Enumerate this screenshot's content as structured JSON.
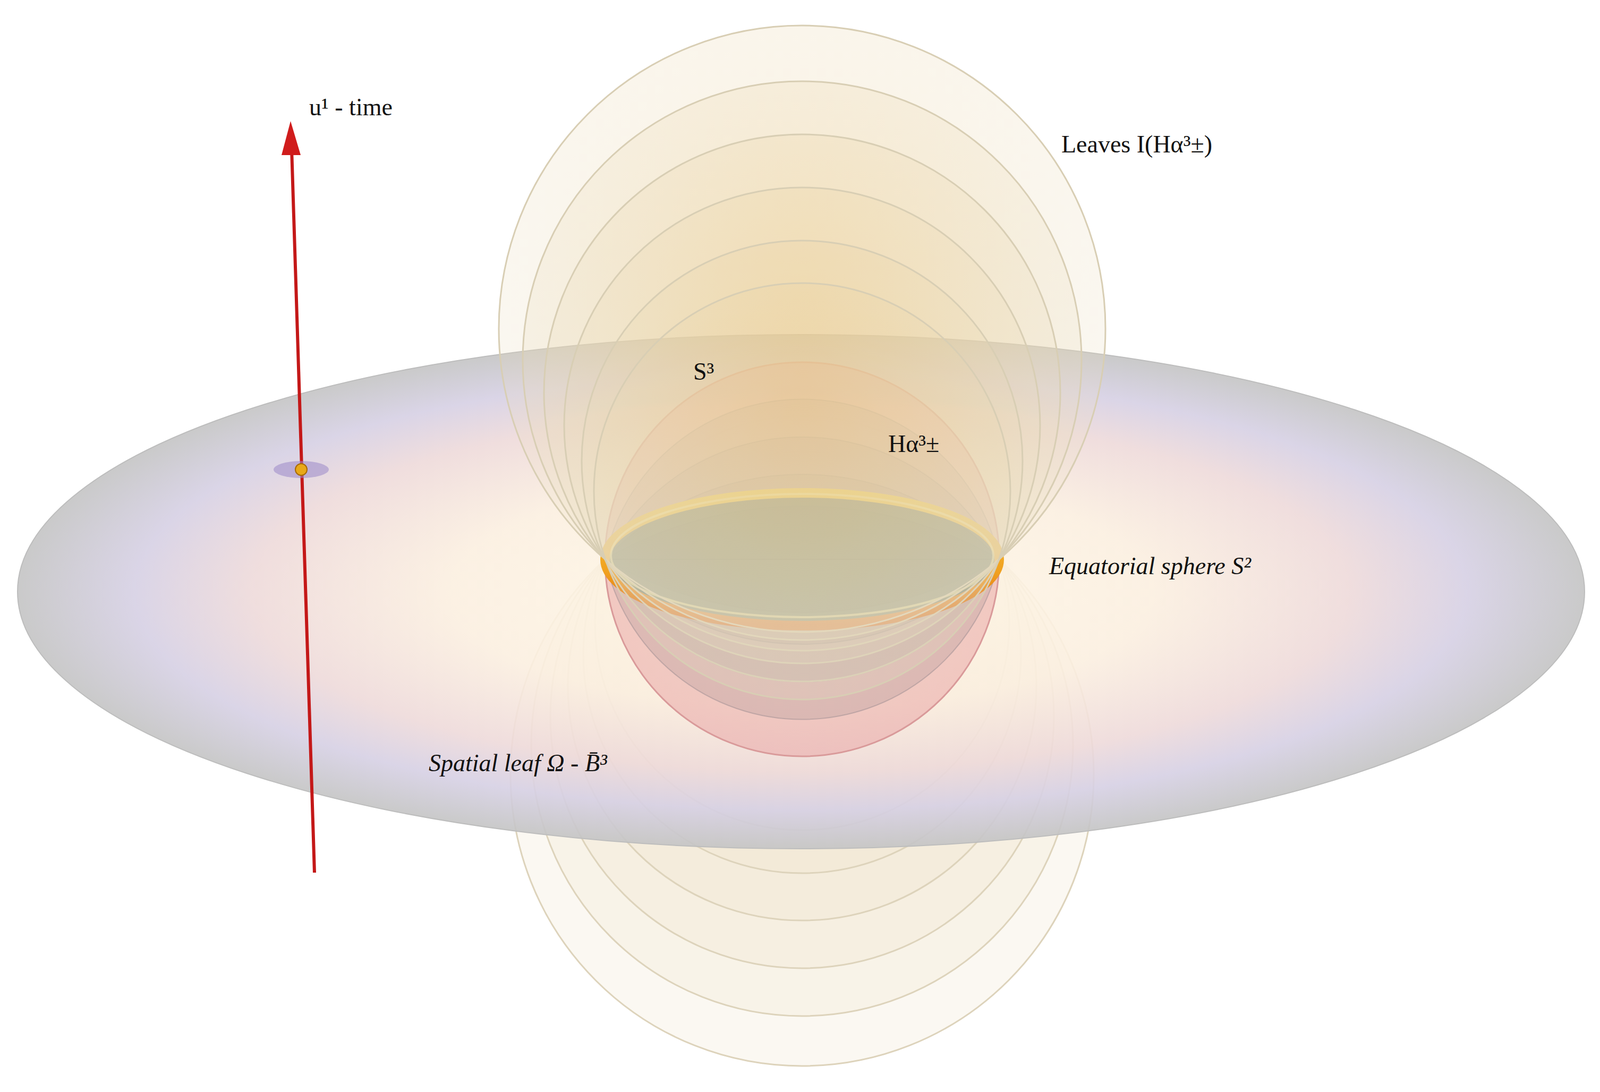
{
  "diagram": {
    "labels": [
      "u¹ - time",
      "Leaves I(Hα³±)",
      "S³",
      "Hα³±",
      "Equatorial sphere S²",
      "Spatial leaf Ω - B̄³"
    ]
  }
}
